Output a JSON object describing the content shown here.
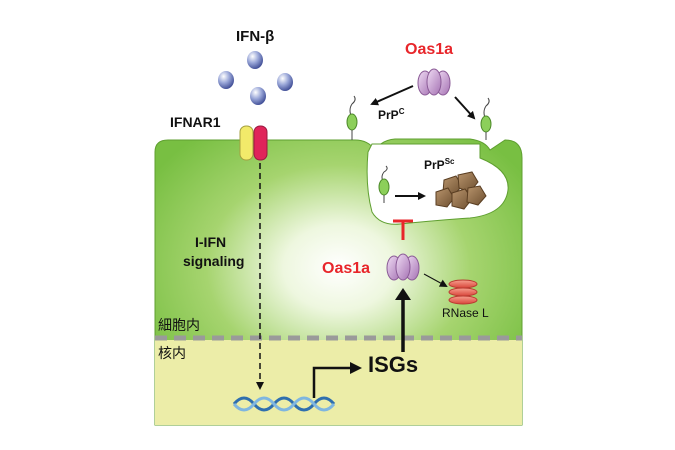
{
  "labels": {
    "ifn_beta": "IFN-β",
    "ifnar1": "IFNAR1",
    "oas1a_top": "Oas1a",
    "prpc_base": "PrP",
    "prpc_sup": "C",
    "prpsc_base": "PrP",
    "prpsc_sup": "Sc",
    "signaling_line1": "I-IFN",
    "signaling_line2": "signaling",
    "oas1a_mid": "Oas1a",
    "rnase_l": "RNase L",
    "cytoplasm": "細胞内",
    "nucleus": "核内",
    "isgs": "ISGs"
  },
  "colors": {
    "accent_red": "#e8262b",
    "cell_green": "#7ac143",
    "nucleus_yellow": "#ecedaa",
    "oas1a_purple": "#c79ad0",
    "prpsc_brown": "#8a6a4a",
    "receptor_yellow": "#f2ea6a",
    "receptor_red": "#e0245a",
    "ifn_ball": "#3f4f9e"
  },
  "icons": [
    "ifn-beta-molecule-icon",
    "ifnar1-receptor-icon",
    "oas1a-protein-icon",
    "prpc-protein-icon",
    "prpsc-aggregate-icon",
    "rnase-l-icon",
    "dna-helix-icon",
    "inhibition-bar-icon"
  ]
}
